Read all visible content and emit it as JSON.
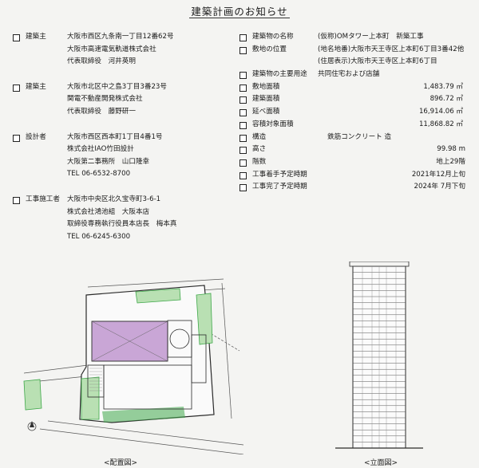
{
  "title": "建築計画のお知らせ",
  "parties": [
    {
      "label": "建築主",
      "lines": [
        "大阪市西区九条南一丁目12番62号",
        "大阪市高速電気軌道株式会社",
        "代表取締役　河井英明"
      ]
    },
    {
      "label": "建築主",
      "lines": [
        "大阪市北区中之島3丁目3番23号",
        "関電不動産開発株式会社",
        "代表取締役　藤野研一"
      ]
    },
    {
      "label": "設計者",
      "lines": [
        "大阪市西区西本町1丁目4番1号",
        "株式会社IAO竹田設計",
        "大阪第二事務所　山口隆幸",
        "TEL 06-6532-8700"
      ]
    },
    {
      "label": "工事施工者",
      "lines": [
        "大阪市中央区北久宝寺町3-6-1",
        "株式会社鴻池組　大阪本店",
        "取締役専務執行役員本店長　梅本真",
        "TEL 06-6245-6300"
      ]
    }
  ],
  "specs": {
    "name": {
      "label": "建築物の名称",
      "value": "(仮称)OMタワー上本町　新築工事"
    },
    "location": {
      "label": "敷地の位置",
      "value1": "(地名地番)大阪市天王寺区上本町6丁目3番42他",
      "value2": "(住居表示)大阪市天王寺区上本町6丁目"
    },
    "use": {
      "label": "建築物の主要用途",
      "value": "共同住宅および店舗"
    },
    "site_area": {
      "label": "敷地面積",
      "value": "1,483.79 ㎡"
    },
    "building_area": {
      "label": "建築面積",
      "value": "896.72 ㎡"
    },
    "floor_area": {
      "label": "延べ面積",
      "value": "16,914.06 ㎡"
    },
    "far_area": {
      "label": "容積対象面積",
      "value": "11,868.82 ㎡"
    },
    "structure": {
      "label": "構造",
      "value": "鉄筋コンクリート 造"
    },
    "height": {
      "label": "高さ",
      "value": "99.98 m"
    },
    "floors": {
      "label": "階数",
      "value": "地上29階"
    },
    "start": {
      "label": "工事着手予定時期",
      "value": "2021年12月上旬"
    },
    "finish": {
      "label": "工事完了予定時期",
      "value": "2024年 7月下旬"
    }
  },
  "captions": {
    "site_plan": "<配置図>",
    "elevation": "<立面図>"
  },
  "colors": {
    "site_green": "#3fa84a",
    "light_green": "#b9e0b3",
    "tower_purple": "#c9a6d6",
    "line_dark": "#2a2a2a"
  }
}
